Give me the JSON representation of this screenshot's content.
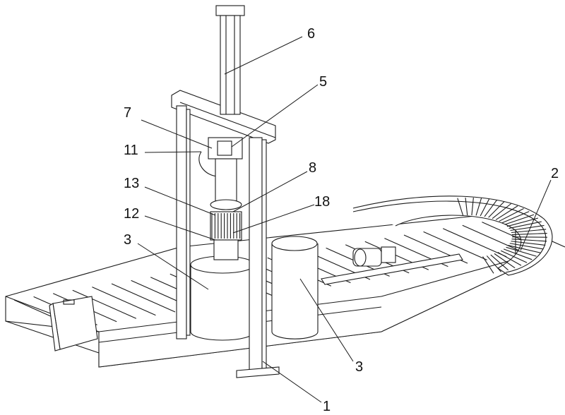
{
  "figure": {
    "type": "patent line drawing",
    "line_color": "#1a1a1a",
    "background": "#ffffff"
  },
  "labels": [
    {
      "id": "label-6",
      "text": "6"
    },
    {
      "id": "label-5",
      "text": "5"
    },
    {
      "id": "label-7",
      "text": "7"
    },
    {
      "id": "label-11",
      "text": "11"
    },
    {
      "id": "label-8",
      "text": "8"
    },
    {
      "id": "label-13",
      "text": "13"
    },
    {
      "id": "label-18",
      "text": "18"
    },
    {
      "id": "label-12",
      "text": "12"
    },
    {
      "id": "label-3a",
      "text": "3"
    },
    {
      "id": "label-2",
      "text": "2"
    },
    {
      "id": "label-3b",
      "text": "3"
    },
    {
      "id": "label-1",
      "text": "1"
    }
  ]
}
